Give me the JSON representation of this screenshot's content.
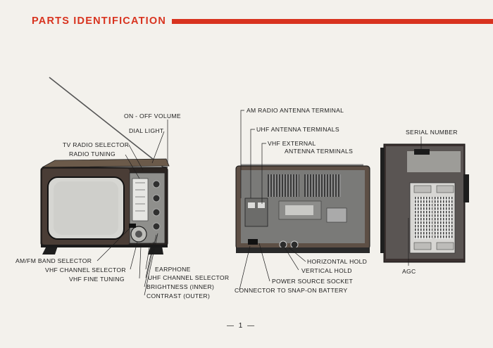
{
  "header": {
    "title": "PARTS IDENTIFICATION",
    "accent_color": "#d8331f"
  },
  "front_view": {
    "labels": {
      "on_off_volume": "ON - OFF VOLUME",
      "dial_light": "DIAL LIGHT",
      "tv_radio_selector": "TV RADIO SELECTOR",
      "radio_tuning": "RADIO TUNING",
      "am_fm_band_selector": "AM/FM BAND SELECTOR",
      "vhf_channel_selector": "VHF CHANNEL SELECTOR",
      "vhf_fine_tuning": "VHF FINE TUNING",
      "earphone": "EARPHONE",
      "uhf_channel_selector": "UHF CHANNEL SELECTOR",
      "brightness": "BRIGHTNESS (INNER)",
      "contrast": "CONTRAST (OUTER)"
    }
  },
  "rear_view": {
    "labels": {
      "am_radio_antenna_terminal": "AM RADIO ANTENNA TERMINAL",
      "uhf_antenna_terminals": "UHF ANTENNA TERMINALS",
      "vhf_external_line1": "VHF EXTERNAL",
      "vhf_external_line2": "ANTENNA TERMINALS",
      "horizontal_hold": "HORIZONTAL HOLD",
      "vertical_hold": "VERTICAL HOLD",
      "power_source_socket": "POWER SOURCE SOCKET",
      "connector_battery": "CONNECTOR TO SNAP-ON BATTERY"
    }
  },
  "side_view": {
    "labels": {
      "serial_number": "SERIAL NUMBER",
      "agc": "AGC"
    }
  },
  "footer": {
    "page_number": "— 1 —"
  }
}
